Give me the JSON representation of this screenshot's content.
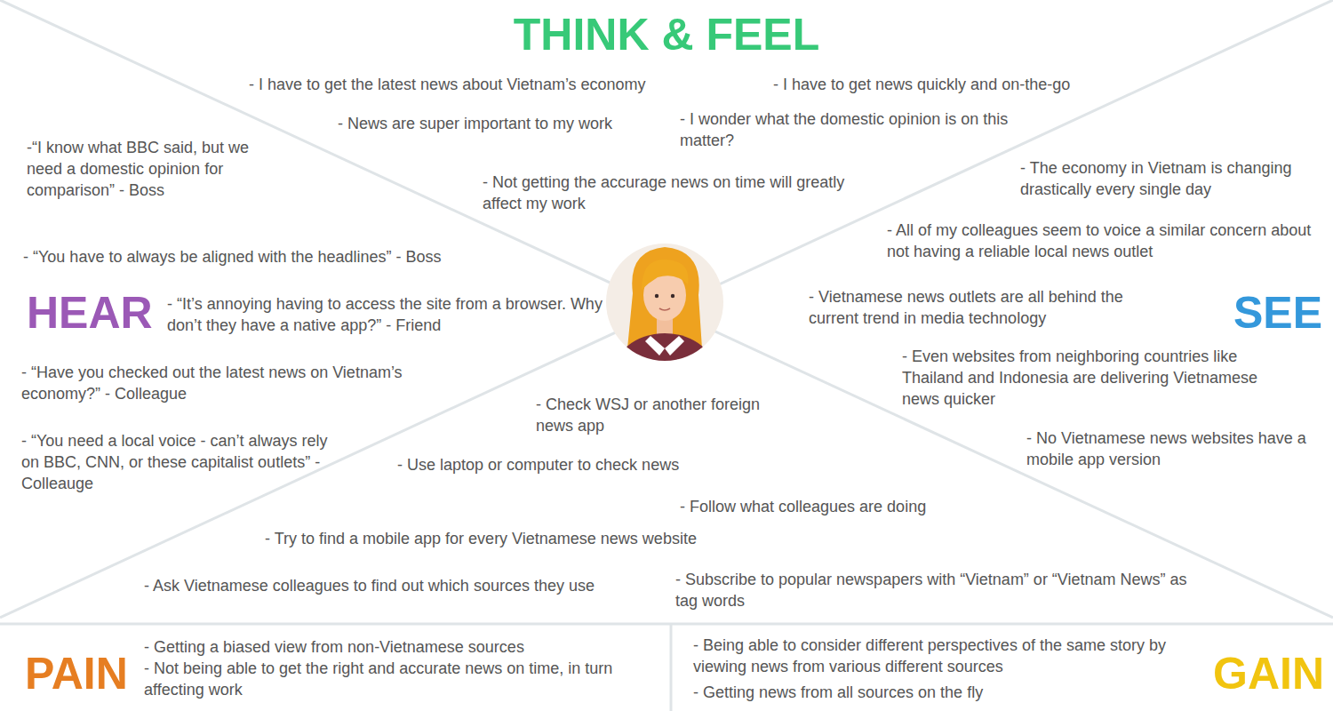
{
  "diagram": {
    "nodes": [
      {
        "text": [
          "THINK & FEEL",
          "- I have to get the latest news about Vietnam’s economy",
          "- I have to get news quickly and on-the-go",
          "- News are super important to my work",
          "- I wonder what the domestic opinion is on this matter?",
          "- Not getting the accurage news on time will greatly affect my work"
        ]
      },
      {
        "text": [
          "HEAR",
          "-“I know what BBC said, but we need a domestic opinion for comparison” - Boss",
          "- “You have to always be aligned with the headlines” - Boss",
          "- “It’s annoying having to access the site from a browser. Why don’t they have a native app?” - Friend",
          "- “Have you checked out the latest news on Vietnam’s economy?” - Colleague",
          "- “You need a local voice - can’t always rely on BBC, CNN, or these capitalist outlets” - Colleauge"
        ]
      },
      {
        "text": [
          "SEE",
          "- The economy in Vietnam is changing drastically every single day",
          "- All of my colleagues seem to voice a similar concern about not having a reliable local news outlet",
          "- Vietnamese news outlets are all behind the current trend in media technology",
          "- Even websites from neighboring countries like Thailand and Indonesia are delivering Vietnamese news quicker",
          "- No Vietnamese news websites have a mobile app version"
        ]
      },
      {
        "text": [
          "- Check WSJ or another foreign news app",
          "- Use laptop or computer to check news",
          "- Follow what colleagues are doing",
          "- Try to find a mobile app for every Vietnamese news website",
          "- Ask Vietnamese colleagues to find out which sources they use",
          "- Subscribe to popular newspapers with “Vietnam” or “Vietnam News” as tag words"
        ]
      },
      {
        "text": [
          "PAIN",
          "- Getting a biased view from non-Vietnamese sources",
          "- Not being able to get the right and accurate news on time, in turn affecting work"
        ]
      },
      {
        "text": [
          "GAIN",
          "- Being able to consider different perspectives of the same story by viewing news from various different sources",
          "- Getting news from all sources on the fly"
        ]
      }
    ]
  }
}
